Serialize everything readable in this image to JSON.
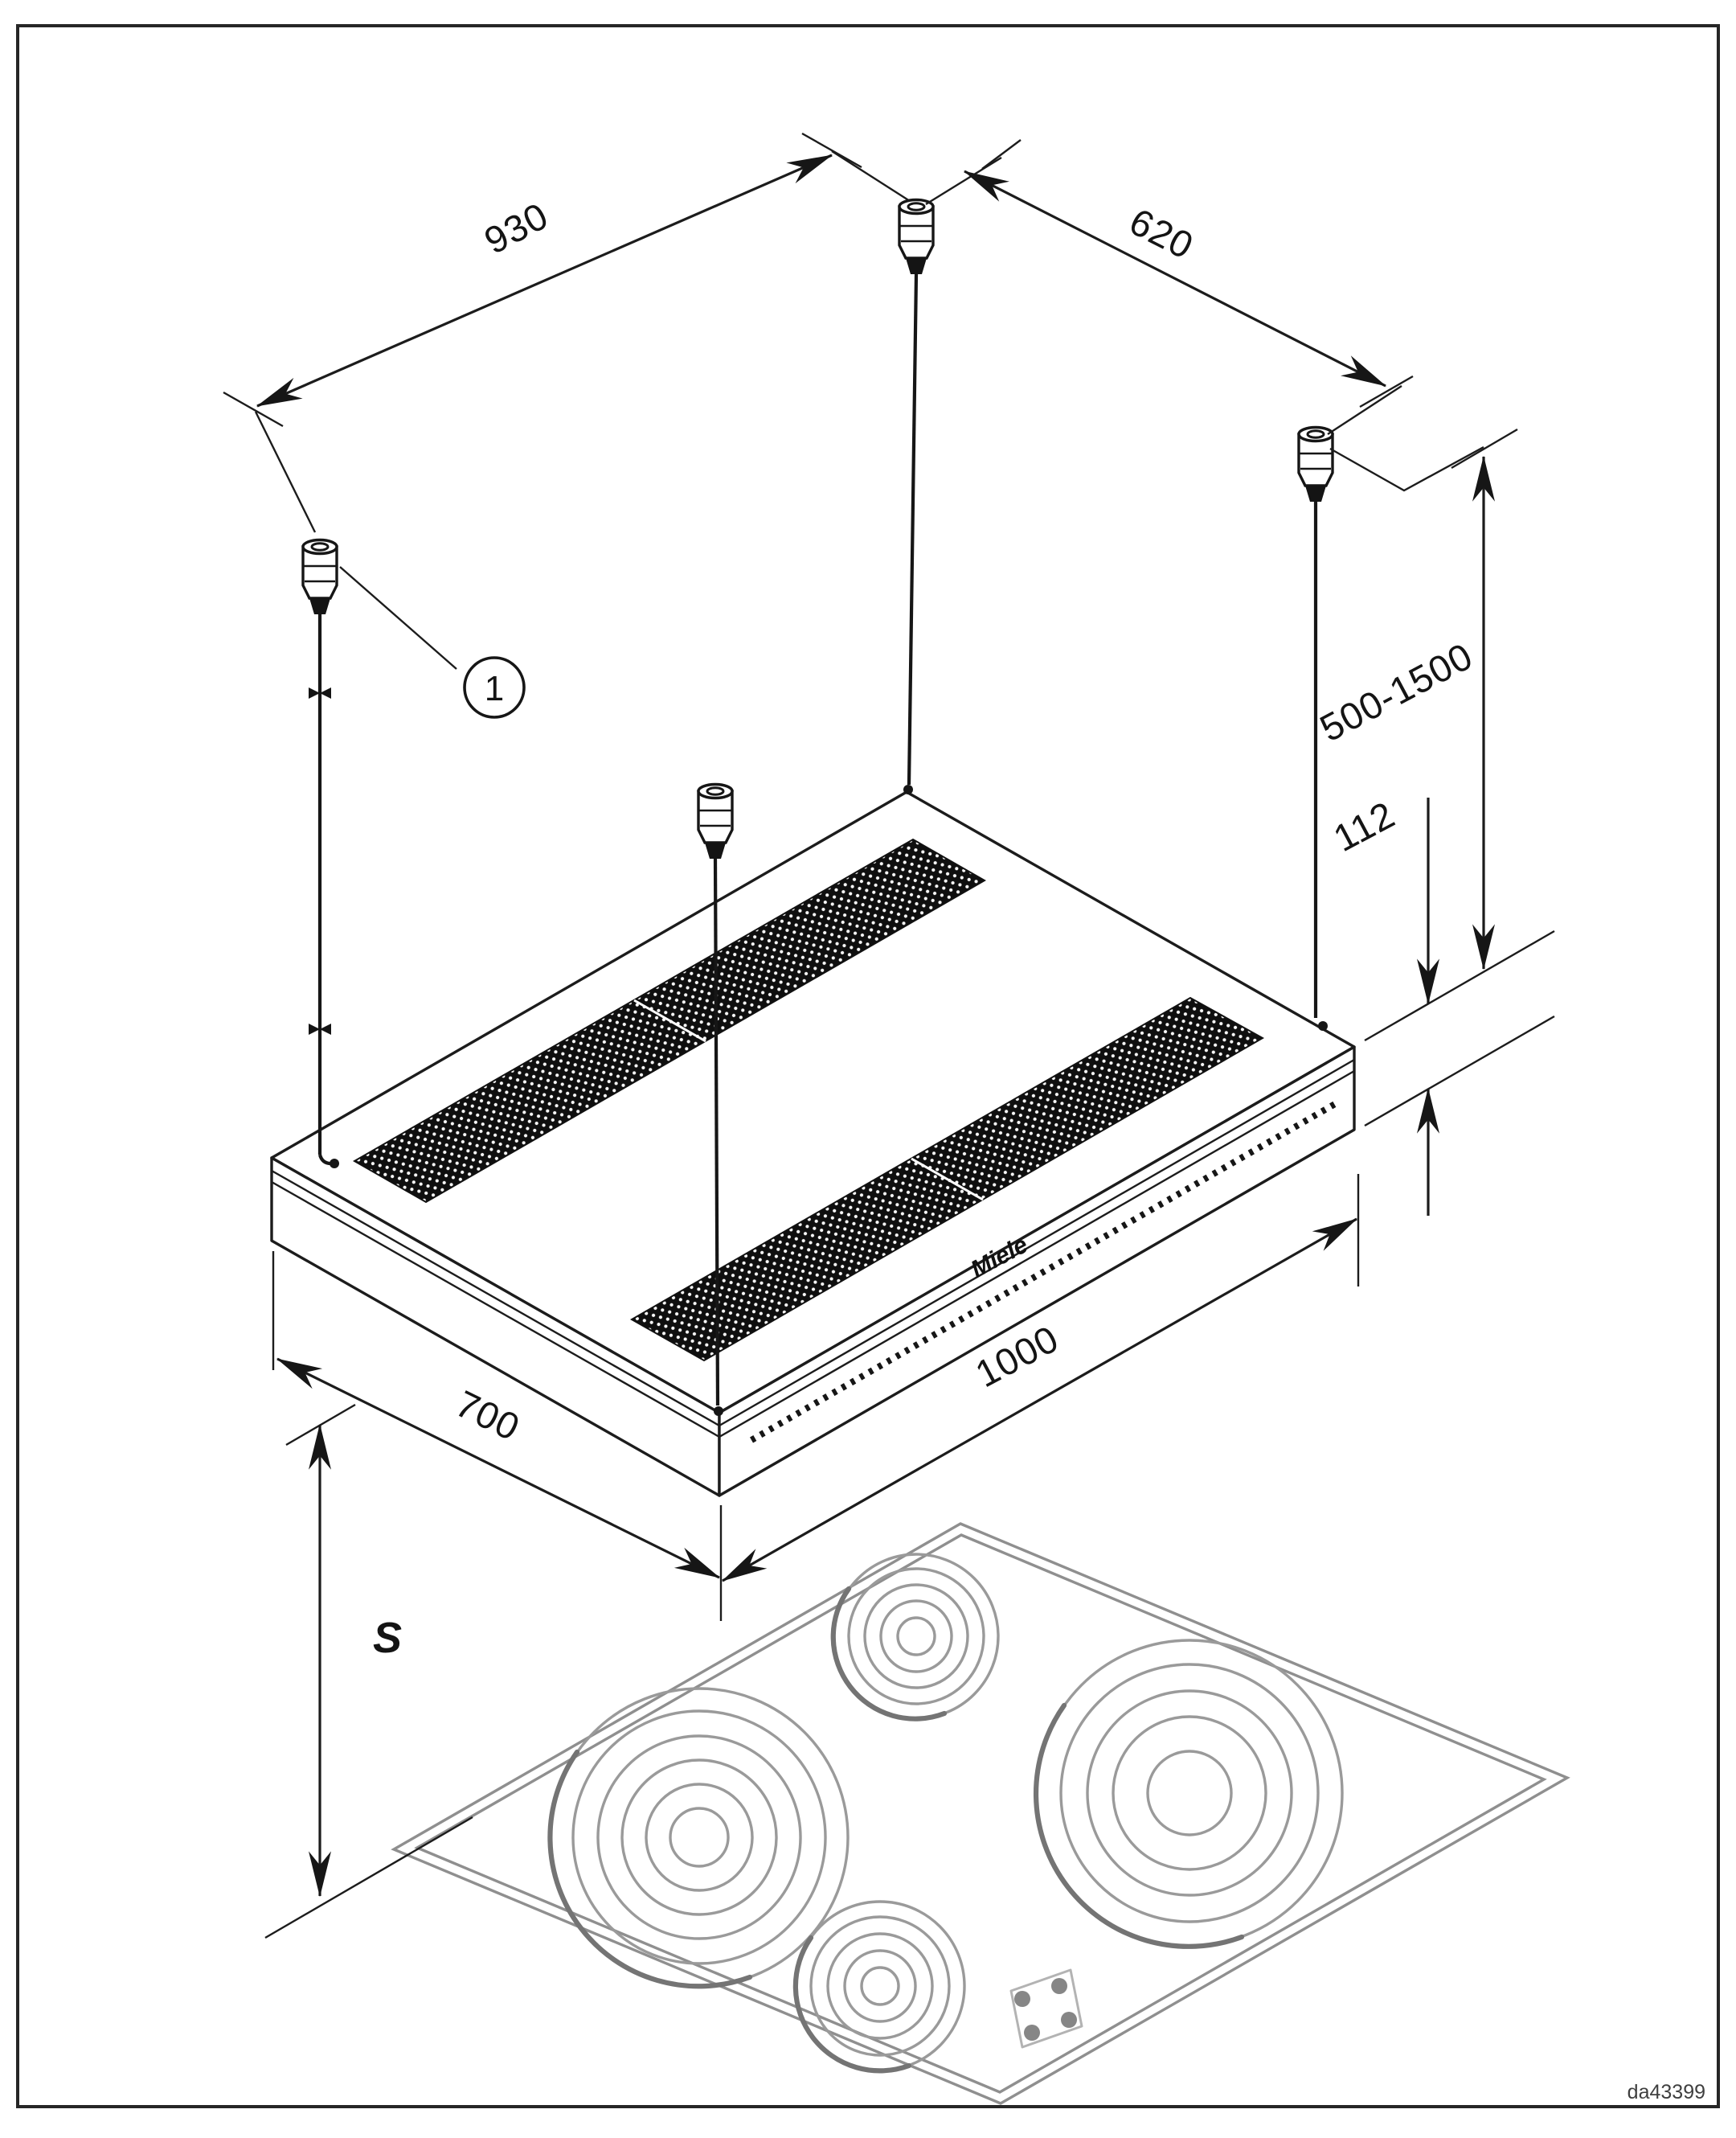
{
  "drawing": {
    "number": "da43399"
  },
  "dimensions": {
    "ceiling_span_long": "930",
    "ceiling_span_short": "620",
    "suspension_range": "500-1500",
    "canopy_height": "112",
    "hood_length": "1000",
    "hood_width": "700",
    "clearance_symbol": "S"
  },
  "callouts": {
    "suspension_cable": "1"
  },
  "brand": {
    "name": "Miele"
  },
  "colors": {
    "line": "#1c1c1c",
    "cooktop_line": "#8f8f8f",
    "filter_fill": "#0f0f0f"
  }
}
